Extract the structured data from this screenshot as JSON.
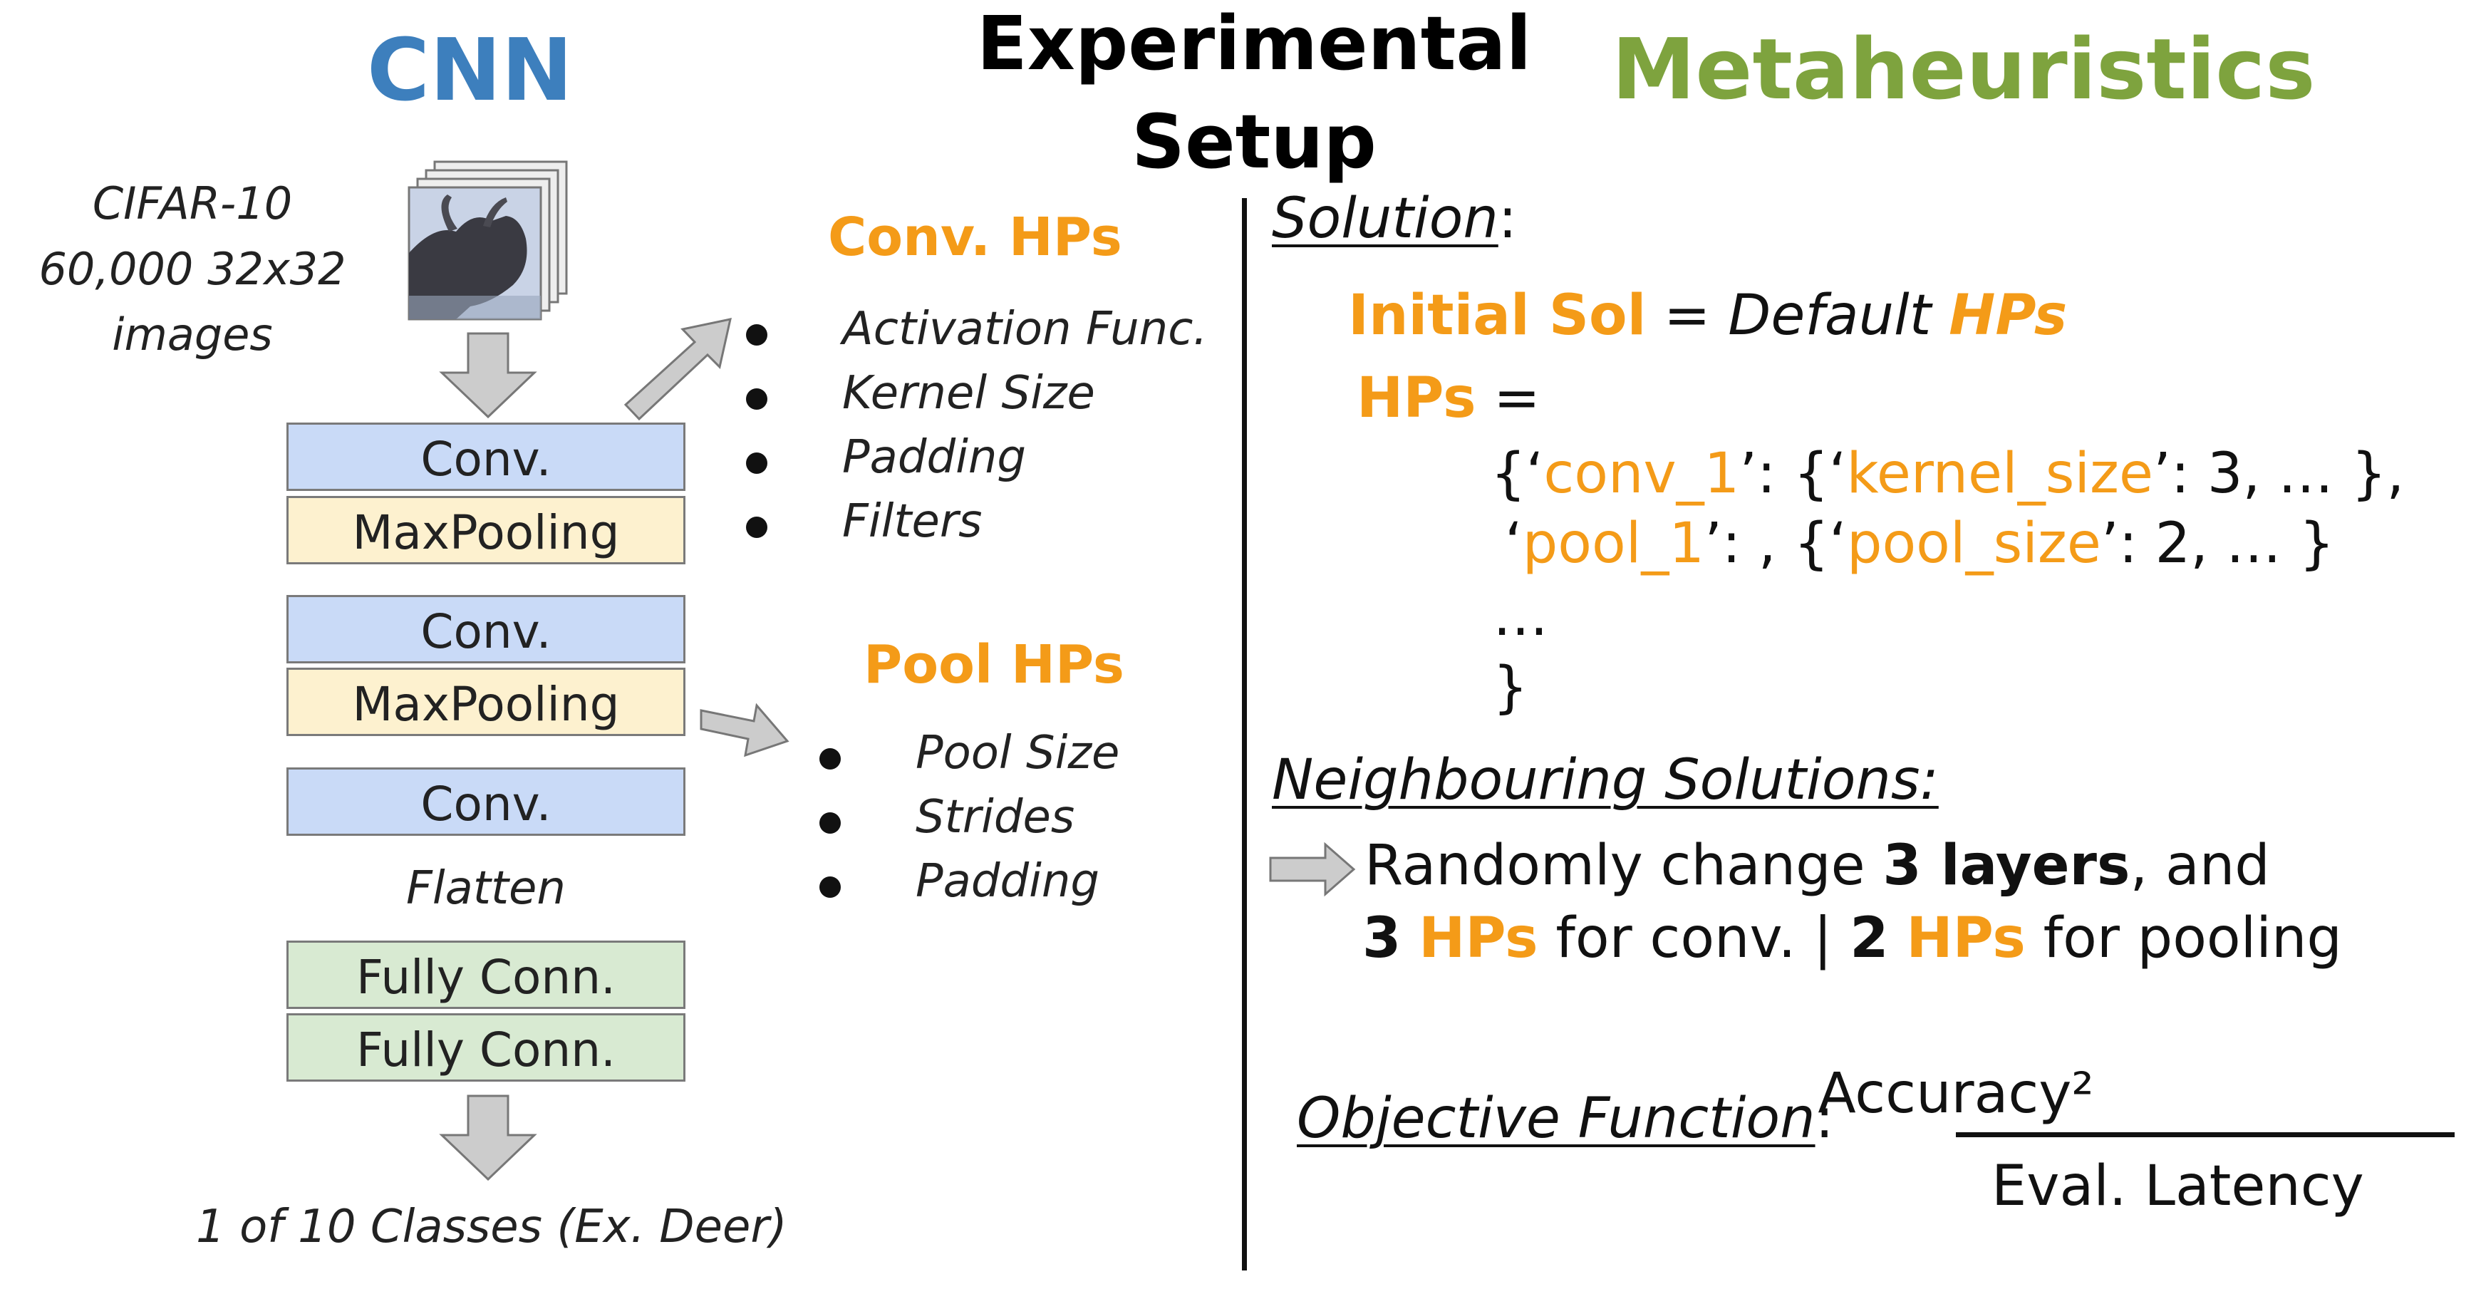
{
  "titles": {
    "cnn": "CNN",
    "experimental_line1": "Experimental",
    "experimental_line2": "Setup",
    "metaheuristics": "Metaheuristics"
  },
  "dataset": {
    "line1": "CIFAR-10",
    "line2": "60,000 32x32",
    "line3": "images"
  },
  "layers": [
    {
      "label": "Conv.",
      "kind": "conv"
    },
    {
      "label": "MaxPooling",
      "kind": "pool"
    },
    {
      "label": "Conv.",
      "kind": "conv"
    },
    {
      "label": "MaxPooling",
      "kind": "pool"
    },
    {
      "label": "Conv.",
      "kind": "conv"
    },
    {
      "label": "Fully Conn.",
      "kind": "fc"
    },
    {
      "label": "Fully Conn.",
      "kind": "fc"
    }
  ],
  "flatten_label": "Flatten",
  "output_label": "1 of 10 Classes (Ex. Deer)",
  "conv_hps": {
    "heading": "Conv. HPs",
    "items": [
      "Activation Func.",
      "Kernel Size",
      "Padding",
      "Filters"
    ]
  },
  "pool_hps": {
    "heading": "Pool HPs",
    "items": [
      "Pool Size",
      "Strides",
      "Padding"
    ]
  },
  "solution": {
    "label": "Solution",
    "colon": ":",
    "initial_sol": "Initial Sol",
    "equals": " = ",
    "default_text": "Default ",
    "default_hps": "HPs",
    "hps_label": "HPs",
    "hps_equals": " =",
    "line1_a": "{‘",
    "line1_conv": "conv_1",
    "line1_b": "’: {‘",
    "line1_kernel": "kernel_size",
    "line1_c": "’: 3, … },",
    "line2_a": "‘",
    "line2_pool": "pool_1",
    "line2_b": "’: , {‘",
    "line2_poolsize": "pool_size",
    "line2_c": "’: 2, … }",
    "ellipsis": "…",
    "close_brace": "}"
  },
  "neighbours": {
    "label": "Neighbouring Solutions:",
    "line1_a": "Randomly change ",
    "line1_bold": "3 layers",
    "line1_b": ", and",
    "line2_num1": "3",
    "line2_hps1": "HPs",
    "line2_mid": " for conv. | ",
    "line2_num2": "2",
    "line2_hps2": "HPs",
    "line2_end": " for pooling"
  },
  "objective": {
    "label": "Objective Function",
    "colon": ":",
    "numerator": "Accuracy²",
    "denominator": "Eval. Latency"
  },
  "colors": {
    "cnn_title": "#3d7fbd",
    "meta_title": "#7ea33e",
    "hp_orange": "#f49b18",
    "conv_fill": "#c9daf7",
    "pool_fill": "#fdf1cf",
    "fc_fill": "#d8ead2",
    "arrow_fill": "#cccccc"
  }
}
